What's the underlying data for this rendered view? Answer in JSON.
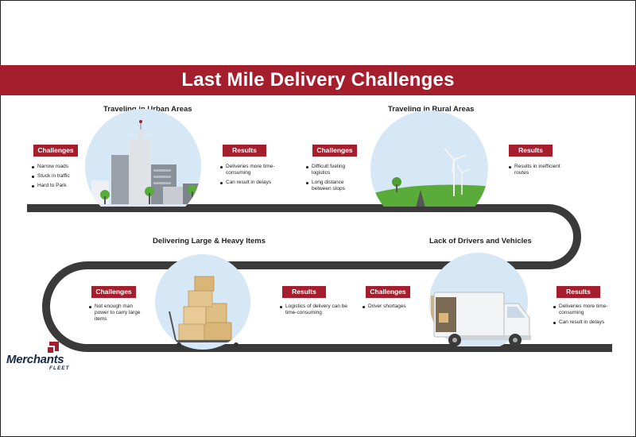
{
  "title": "Last Mile Delivery Challenges",
  "sections": [
    {
      "title": "Traveling in Urban Areas",
      "challenges_label": "Challenges",
      "challenges": [
        "Narrow roads",
        "Stuck in traffic",
        "Hard to Park"
      ],
      "results_label": "Results",
      "results": [
        "Deliveries more time-consuming",
        "Can result in delays"
      ]
    },
    {
      "title": "Traveling in Rural Areas",
      "challenges_label": "Challenges",
      "challenges": [
        "Difficult fueling logistics",
        "Long distance between stops"
      ],
      "results_label": "Results",
      "results": [
        "Results in inefficient routes"
      ]
    },
    {
      "title": "Delivering Large & Heavy Items",
      "challenges_label": "Challenges",
      "challenges": [
        "Not enough man power to carry large items"
      ],
      "results_label": "Results",
      "results": [
        "Logistics of delivery can be time-consuming"
      ]
    },
    {
      "title": "Lack of Drivers and Vehicles",
      "challenges_label": "Challenges",
      "challenges": [
        "Driver shortages"
      ],
      "results_label": "Results",
      "results": [
        "Deliveries more time-consuming",
        "Can result in delays"
      ]
    }
  ],
  "logo": {
    "name": "Merchants",
    "sub": "FLEET"
  },
  "colors": {
    "accent": "#a51e2d",
    "road": "#3a3a3a",
    "sky": "#d6e8f5",
    "grass": "#5aac3a"
  }
}
